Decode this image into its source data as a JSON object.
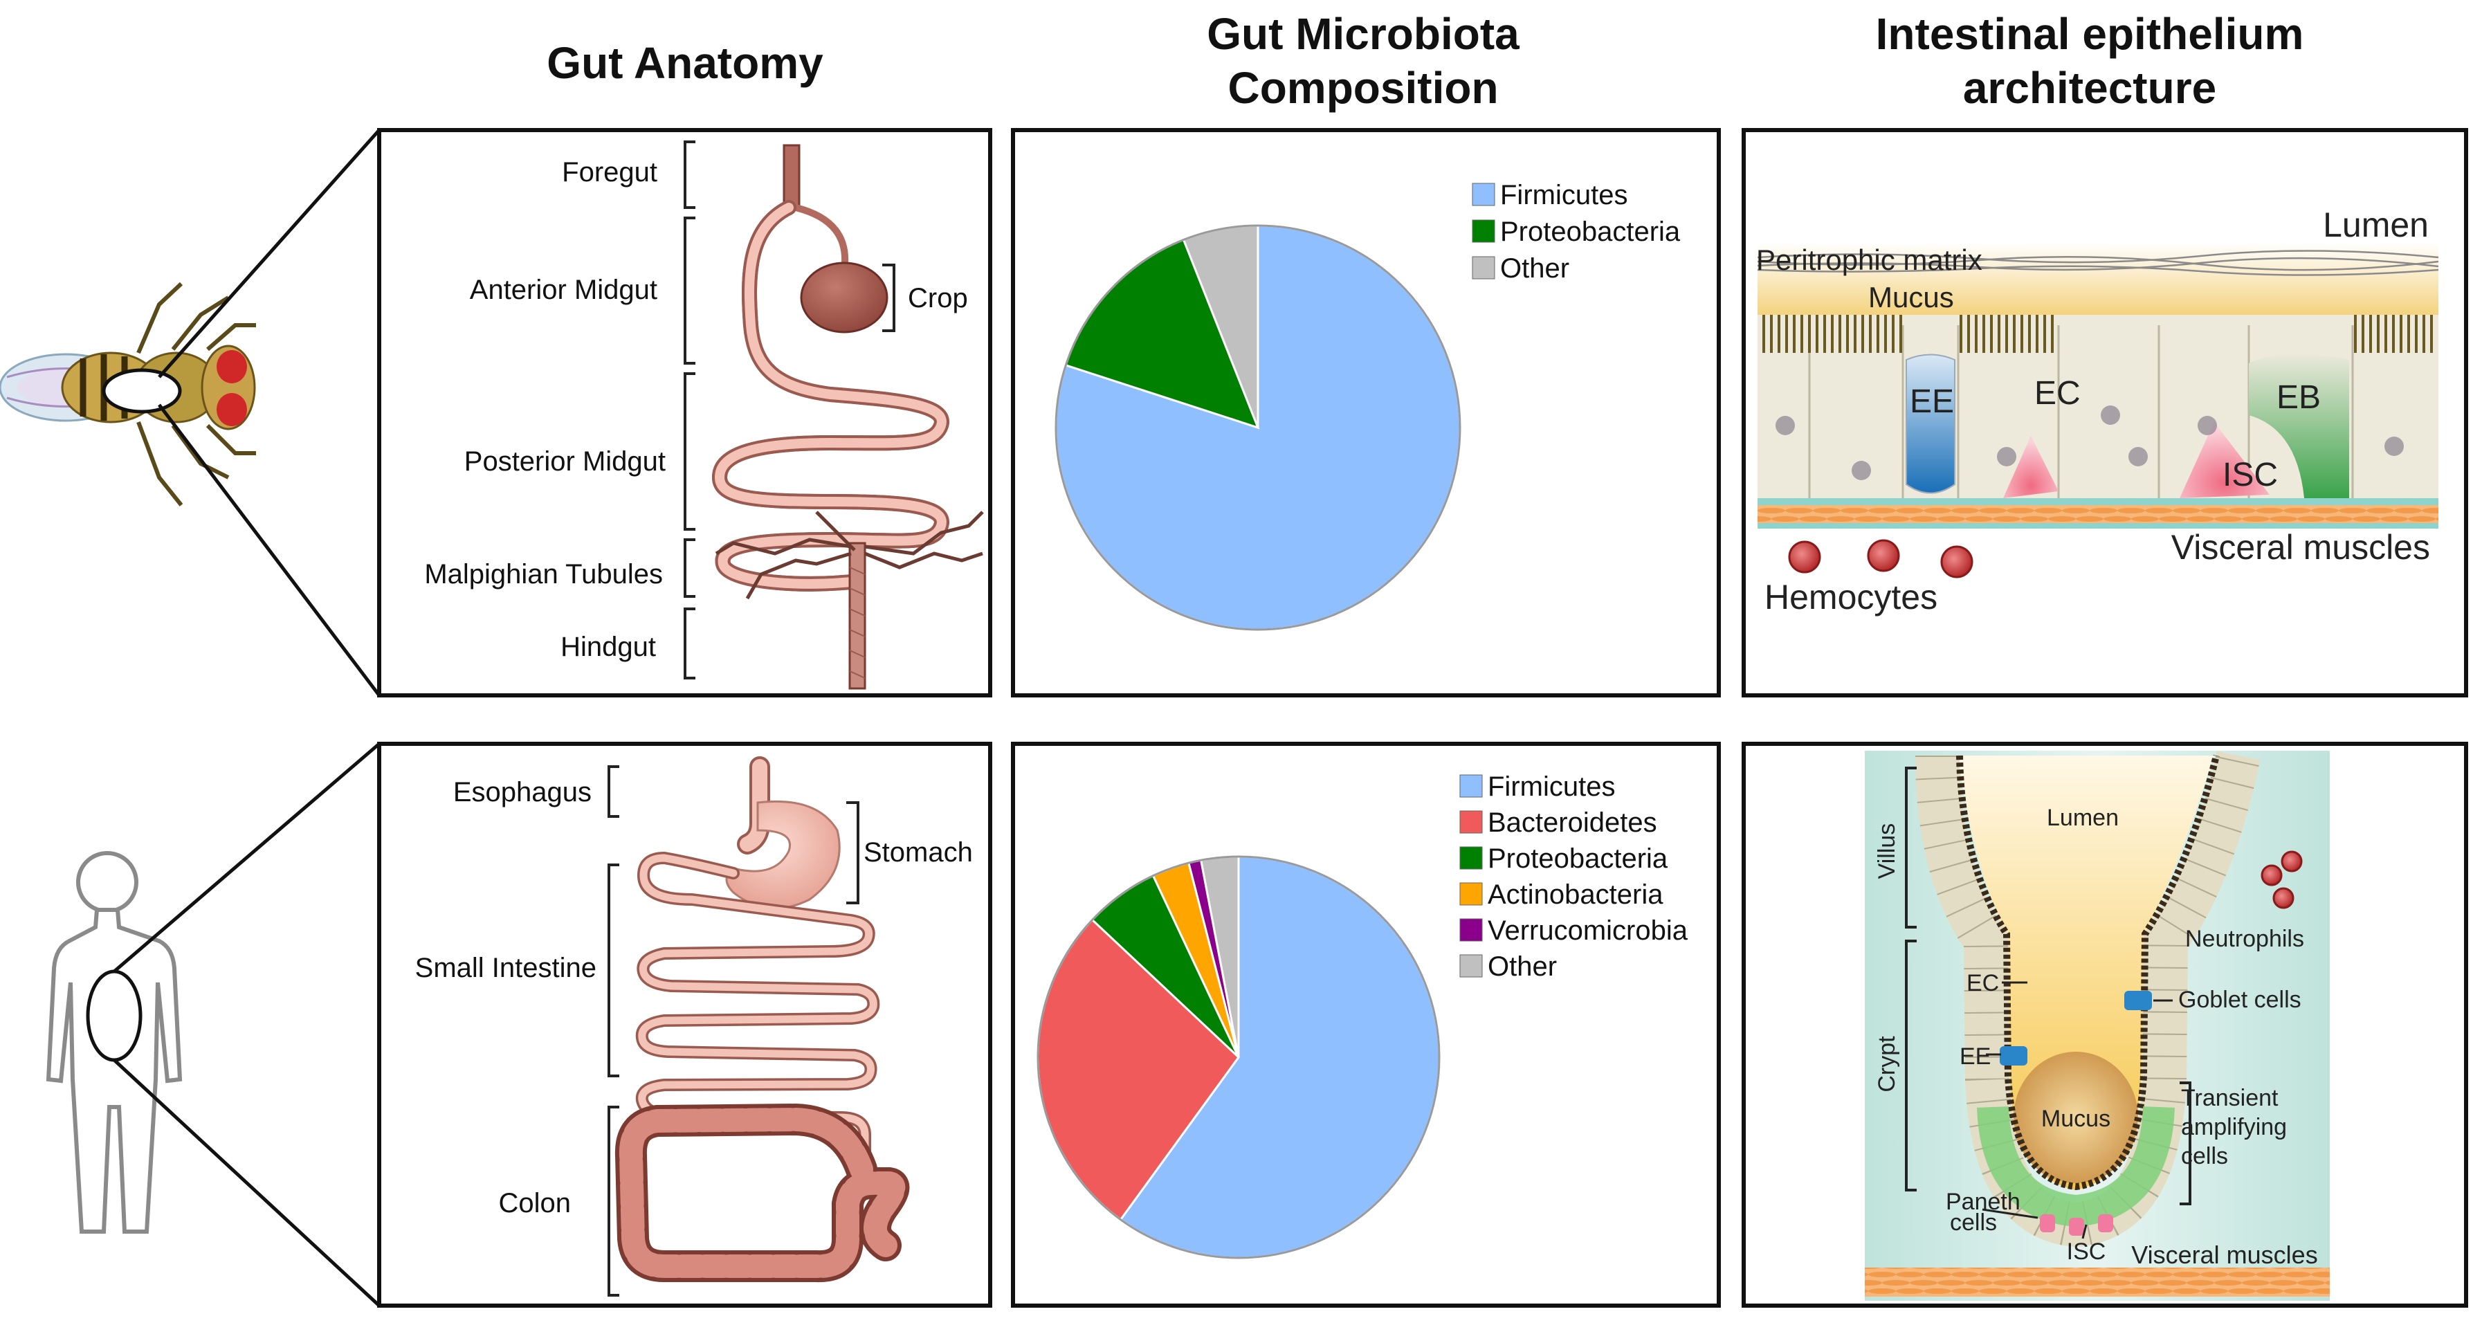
{
  "headers": {
    "anatomy": "Gut Anatomy",
    "microbiota_line1": "Gut Microbiota",
    "microbiota_line2": "Composition",
    "epithelium_line1": "Intestinal epithelium",
    "epithelium_line2": "architecture"
  },
  "fly_anatomy": {
    "foregut": "Foregut",
    "crop": "Crop",
    "anterior_midgut": "Anterior Midgut",
    "posterior_midgut": "Posterior Midgut",
    "malpighian_tubules": "Malpighian Tubules",
    "hindgut": "Hindgut"
  },
  "human_anatomy": {
    "esophagus": "Esophagus",
    "stomach": "Stomach",
    "small_intestine": "Small Intestine",
    "colon": "Colon"
  },
  "chart_data": [
    {
      "type": "pie",
      "title": "",
      "legend_position": "top-right",
      "categories": [
        "Firmicutes",
        "Proteobacteria",
        "Other"
      ],
      "values": [
        80,
        14,
        6
      ],
      "colors": [
        "#8fbfff",
        "#008000",
        "#c0c0c0"
      ]
    },
    {
      "type": "pie",
      "title": "",
      "legend_position": "top-right",
      "categories": [
        "Firmicutes",
        "Bacteroidetes",
        "Proteobacteria",
        "Actinobacteria",
        "Verrucomicrobia",
        "Other"
      ],
      "values": [
        60,
        27,
        6,
        3,
        1,
        3
      ],
      "colors": [
        "#8fbfff",
        "#f05a5a",
        "#008000",
        "#ffa500",
        "#8b008b",
        "#c0c0c0"
      ]
    }
  ],
  "fly_epithelium": {
    "lumen": "Lumen",
    "peritrophic_matrix": "Peritrophic matrix",
    "mucus": "Mucus",
    "ee": "EE",
    "ec": "EC",
    "eb": "EB",
    "isc": "ISC",
    "visceral_muscles": "Visceral muscles",
    "hemocytes": "Hemocytes"
  },
  "human_epithelium": {
    "lumen": "Lumen",
    "villus": "Villus",
    "crypt": "Crypt",
    "neutrophils": "Neutrophils",
    "ec": "EC",
    "goblet_cells": "Goblet cells",
    "ee": "EE",
    "mucus": "Mucus",
    "transient_1": "Transient",
    "transient_2": "amplifying",
    "transient_3": "cells",
    "paneth_1": "Paneth",
    "paneth_2": "cells",
    "isc": "ISC",
    "visceral_muscles": "Visceral muscles"
  },
  "colors": {
    "gut_pink": "#f0b4a8",
    "gut_outline": "#9a5a50",
    "crop": "#a0564c",
    "panel_border": "#111111",
    "human_outline": "#8a8a8a"
  }
}
